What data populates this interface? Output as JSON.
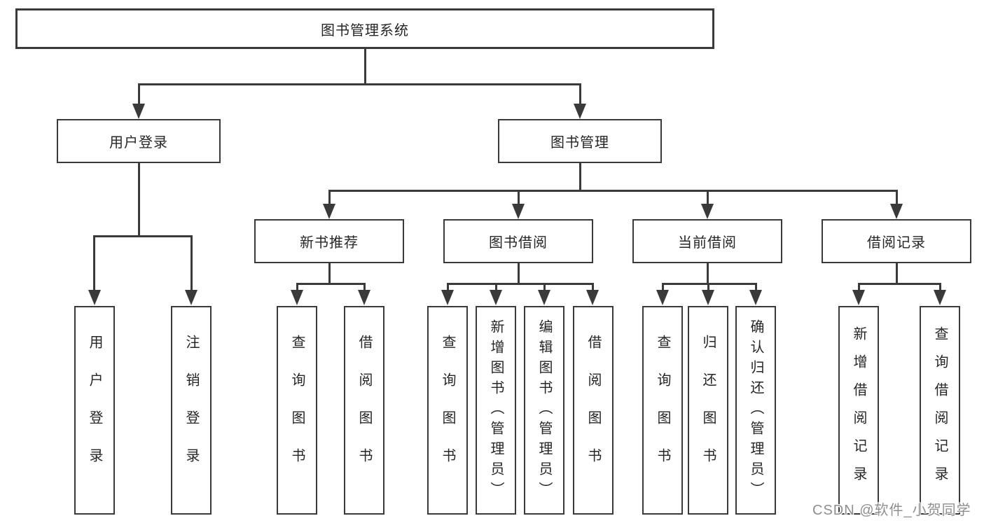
{
  "nodes": {
    "root": "图书管理系统",
    "login": "用户登录",
    "mgmt": "图书管理",
    "newbook": "新书推荐",
    "borrow": "图书借阅",
    "current": "当前借阅",
    "records": "借阅记录",
    "a1": "用户登录",
    "a2": "注销登录",
    "b1": "查询图书",
    "b2": "借阅图书",
    "c1": "查询图书",
    "c2": "新增图书（管理员）",
    "c3": "编辑图书（管理员）",
    "c4": "借阅图书",
    "d1": "查询图书",
    "d2": "归还图书",
    "d3": "确认归还（管理员）",
    "e1": "新增借阅记录",
    "e2": "查询借阅记录"
  },
  "watermark": "CSDN @软件_小贺同学",
  "colors": {
    "line": "#3a3a3a",
    "text": "#262626",
    "watermark": "#8f8f8f",
    "background": "#ffffff"
  }
}
